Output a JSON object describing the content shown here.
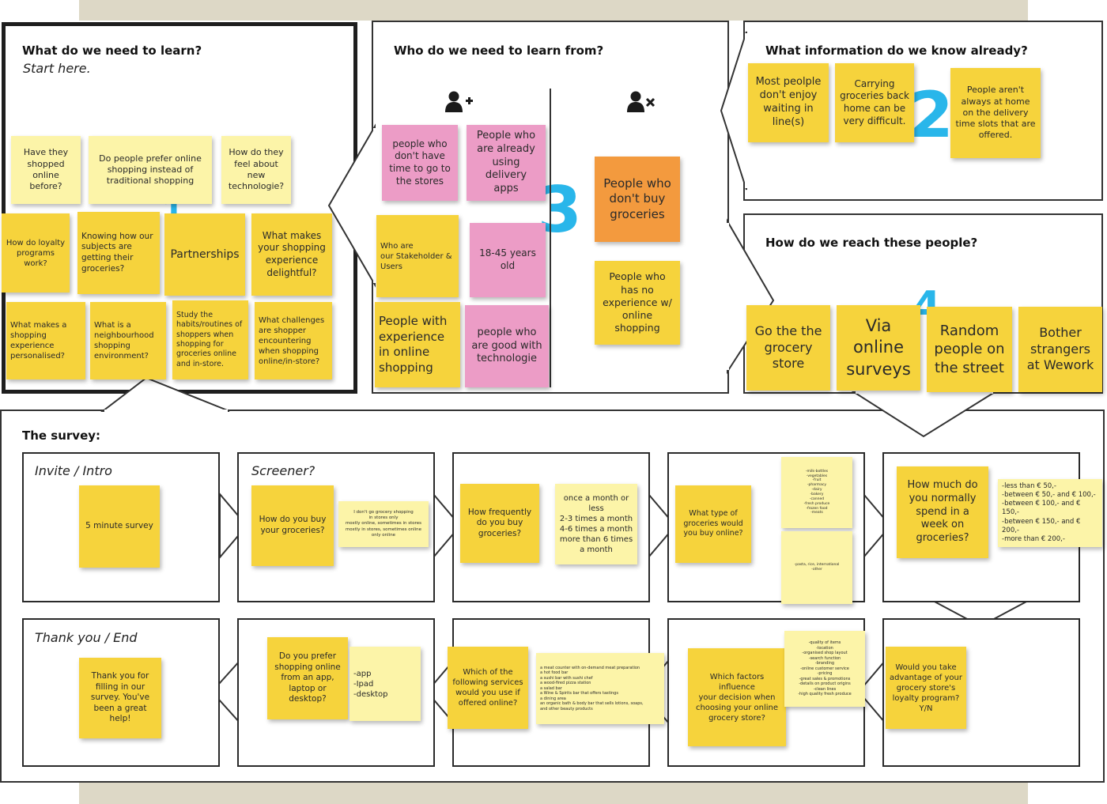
{
  "colors": {
    "yellow": "#f6d33c",
    "light_yellow": "#fcf4a8",
    "pink": "#ec9cc6",
    "orange": "#f39a3e",
    "number_blue": "#29b6ea",
    "background": "#ddd8c6"
  },
  "learn": {
    "title": "What do we need to learn?",
    "subtitle": "Start here.",
    "number": "1",
    "notes": [
      "Have they\nshopped\nonline\nbefore?",
      "Do people prefer online\nshopping instead of\ntraditional shopping",
      "How do they\nfeel about\nnew\ntechnologie?",
      "How do loyalty\nprograms work?",
      "Knowing how our\nsubjects are\ngetting their\ngroceries?",
      "Partnerships",
      "What makes\nyour shopping\nexperience\ndelightful?",
      "What makes a\nshopping\nexperience\npersonalised?",
      "What is a\nneighbourhood\nshopping\nenvironment?",
      "Study the\nhabits/routines of\nshoppers when\nshopping for\ngroceries online\nand in-store.",
      "What challenges\nare shopper\nencountering\nwhen shopping\nonline/in-store?"
    ]
  },
  "who": {
    "title": "Who do we need to learn from?",
    "number": "3",
    "include_icon": "user-plus-icon",
    "exclude_icon": "user-times-icon",
    "notes": [
      "people who\ndon't have\ntime to go to\nthe stores",
      "People who\nare already\nusing delivery\napps",
      "Who are\nour Stakeholder &\nUsers",
      "18-45 years\nold",
      "People with\nexperience\nin online\nshopping",
      "people who\nare good with\ntechnologie",
      "People who\ndon't buy\ngroceries",
      "People who\nhas no\nexperience w/\nonline\nshopping"
    ]
  },
  "know": {
    "title": "What information do we know already?",
    "number": "2",
    "notes": [
      "Most peolple\ndon't enjoy\nwaiting in\nline(s)",
      "Carrying\ngroceries back\nhome can be\nvery difficult.",
      "People aren't\nalways at home\non the delivery\ntime slots that are\noffered."
    ]
  },
  "reach": {
    "title": "How do we reach these people?",
    "number": "4",
    "notes": [
      "Go the the\ngrocery\nstore",
      "Via\nonline\nsurveys",
      "Random\npeople on\nthe street",
      "Bother\nstrangers\nat Wework"
    ]
  },
  "survey": {
    "title": "The survey:",
    "boxes": [
      {
        "label": "Invite / Intro",
        "notes": [
          "5 minute survey"
        ]
      },
      {
        "label": "Screener?",
        "notes": [
          "How do you buy\nyour groceries?",
          "I don't go grocery shopping\nin stores only\nmostly online, sometimes in stores\nmostly in stores, sometimes online\nonly online"
        ]
      },
      {
        "label": "",
        "notes": [
          "How frequently\ndo you buy\ngroceries?",
          "once a month or\nless\n2-3 times a month\n4-6 times a month\nmore than 6 times\na month"
        ]
      },
      {
        "label": "",
        "notes": [
          "What type of\ngroceries would\nyou buy online?",
          "-milk-bottles\n-vegetables\n-fruit\n-pharmacy\n-dairy\n-bakery\n-canned\n-fresh produce\n-frozen food\n-meats",
          "-pasta, rice, international\n-other"
        ]
      },
      {
        "label": "",
        "notes": [
          "How much do\nyou normally\nspend in a\nweek on\ngroceries?",
          "-less than € 50,-\n-between € 50,- and € 100,-\n-between € 100,- and € 150,-\n-between € 150,- and € 200,-\n-more than € 200,-"
        ]
      },
      {
        "label": "Thank you / End",
        "notes": [
          "Thank you for\nfilling in our\nsurvey. You've\nbeen a great help!"
        ]
      },
      {
        "label": "",
        "notes": [
          "Do you prefer\nshopping online\nfrom an app,\nlaptop or\ndesktop?",
          "-app\n-Ipad\n-desktop"
        ]
      },
      {
        "label": "",
        "notes": [
          "Which of the\nfollowing services\nwould you use if\noffered online?",
          "a meat counter with on-demand meat preparation\na hot food bar\na sushi bar with sushi chef\na wood-fired pizza station\na salad bar\na Wine & Spirits bar that offers tastings\na dining area\nan organic bath & body bar that sells lotions, soaps,\nand other beauty products"
        ]
      },
      {
        "label": "",
        "notes": [
          "Which factors influence\nyour decision when\nchoosing your online\ngrocery store?",
          "-quality of items\n-location\n-organised shop layout\n-search function\n-branding\n-online customer service\n-pricing\n-great sales & promotions\n-details on product origins\n-clean lines\n-high quality fresh produce"
        ]
      },
      {
        "label": "",
        "notes": [
          "Would you take\nadvantage of your\ngrocery store's\nloyalty program?\nY/N"
        ]
      }
    ]
  }
}
